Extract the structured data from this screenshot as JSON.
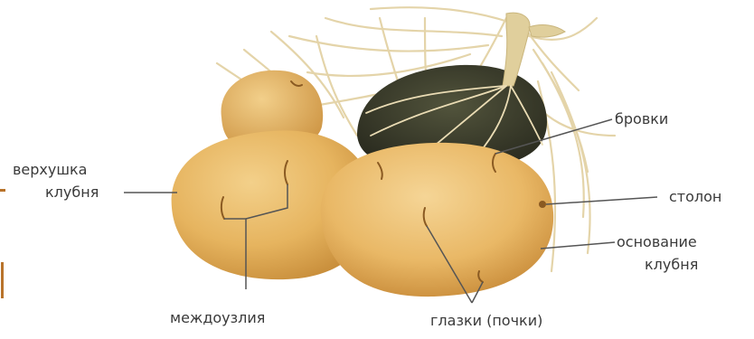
{
  "labels": {
    "top_of_tuber_line1": "верхушка",
    "top_of_tuber_line2": "клубня",
    "internodes": "междоузлия",
    "eyes": "глазки (почки)",
    "brows": "бровки",
    "stolon": "столон",
    "base_of_tuber_line1": "основание",
    "base_of_tuber_line2": "клубня"
  },
  "colors": {
    "tuber_fill": "#e8b866",
    "tuber_shadow": "#c98f3c",
    "dark_tuber": "#3b3d2c",
    "roots": "#e9dcb8",
    "leader_line": "#555555",
    "edge_marks": "#b8732a"
  }
}
